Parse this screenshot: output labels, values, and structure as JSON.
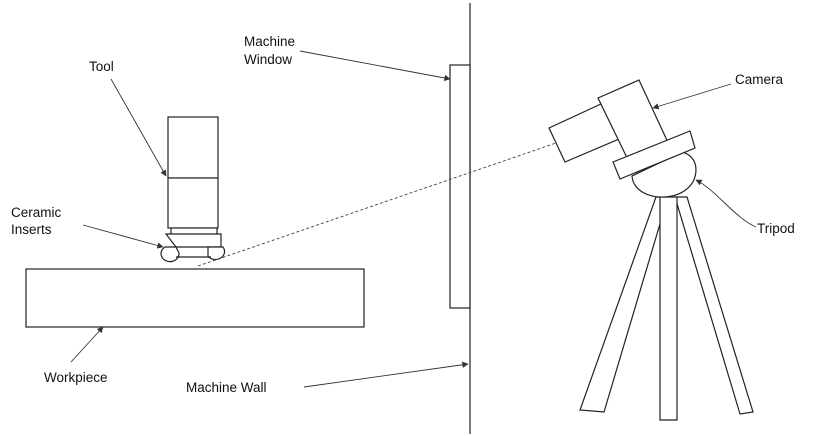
{
  "labels": {
    "tool": "Tool",
    "ceramic_inserts_line1": "Ceramic",
    "ceramic_inserts_line2": "Inserts",
    "workpiece": "Workpiece",
    "machine_window_line1": "Machine",
    "machine_window_line2": "Window",
    "machine_wall": "Machine Wall",
    "camera": "Camera",
    "tripod": "Tripod"
  },
  "colors": {
    "line": "#222222",
    "text": "#111111",
    "background": "#ffffff"
  }
}
